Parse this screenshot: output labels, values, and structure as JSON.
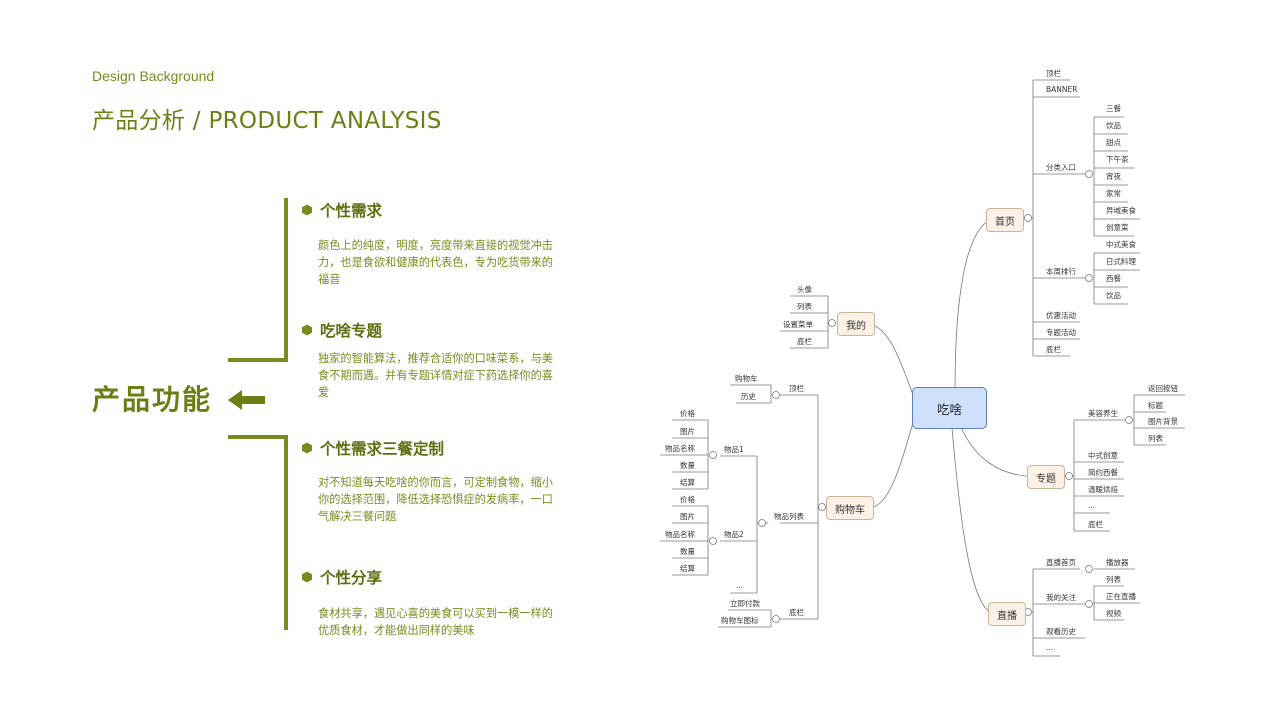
{
  "header": {
    "subtitle": "Design Background",
    "title": "产品分析 / PRODUCT ANALYSIS"
  },
  "main_label": "产品功能",
  "colors": {
    "accent": "#6f7d14",
    "light_accent": "#7a8a1e",
    "center_node": "#cfe0fb",
    "branch_node": "#fbf1e7"
  },
  "features": [
    {
      "title": "个性需求",
      "desc": "颜色上的纯度，明度，亮度带来直接的视觉冲击力，也是食欲和健康的代表色，专为吃货带来的福音"
    },
    {
      "title": "吃啥专题",
      "desc": "独家的智能算法，推荐合适你的口味菜系，与美食不期而遇。并有专题详情对症下药选择你的喜爱"
    },
    {
      "title": "个性需求三餐定制",
      "desc": "对不知道每天吃啥的你而言，可定制食物，缩小你的选择范围，降低选择恐惧症的发病率，一口气解决三餐问题"
    },
    {
      "title": "个性分享",
      "desc": "食材共享，遇见心喜的美食可以买到一模一样的优质食材，才能做出同样的美味"
    }
  ],
  "mindmap": {
    "center": "吃啥",
    "branches": {
      "home": {
        "label": "首页",
        "children": [
          "顶栏",
          "BANNER",
          "分类入口",
          "本周排行",
          "优惠活动",
          "专题活动",
          "底栏"
        ],
        "category_entry": [
          "三餐",
          "饮品",
          "甜点",
          "下午茶",
          "宵夜",
          "家常",
          "异域美食",
          "创意菜"
        ],
        "weekly_rank": [
          "中式美食",
          "日式料理",
          "西餐",
          "饮品"
        ]
      },
      "mine": {
        "label": "我的",
        "children": [
          "头像",
          "列表",
          "设置菜单",
          "底栏"
        ]
      },
      "cart": {
        "label": "购物车",
        "top": "顶栏",
        "top_children": [
          "购物车",
          "历史"
        ],
        "item_list": "物品列表",
        "item1": "物品1",
        "item2": "物品2",
        "item_fields": [
          "价格",
          "图片",
          "物品名称",
          "数量",
          "结算"
        ],
        "ellipsis": "...",
        "bottom": "底栏",
        "bottom_children": [
          "立即付款",
          "购物车图标"
        ]
      },
      "topic": {
        "label": "专题",
        "beauty": "美容养生",
        "beauty_children": [
          "返回按钮",
          "标题",
          "图片背景",
          "列表"
        ],
        "children": [
          "中式创意",
          "简约西餐",
          "温暖烘焙",
          "...",
          "底栏"
        ]
      },
      "live": {
        "label": "直播",
        "home": "直播首页",
        "player": "播放器",
        "follow": "我的关注",
        "follow_children": [
          "列表",
          "正在直播",
          "视频"
        ],
        "history": "观看历史",
        "ellipsis": "..."
      }
    }
  }
}
